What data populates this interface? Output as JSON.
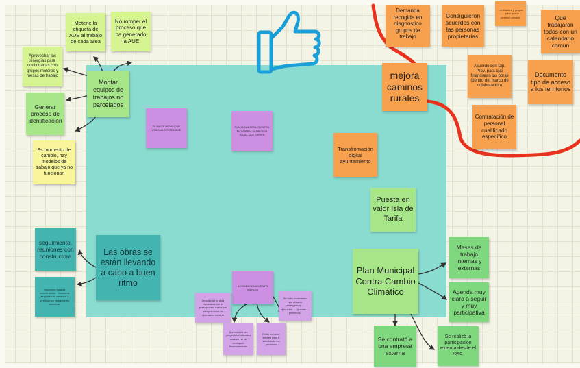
{
  "notes": {
    "aue_label": "Meterle la etiqueta de AUE al trabajo de cada area",
    "no_romper": "No romper el proceso que ha generado la AUE",
    "sinergias": "Aprovechar las sinergias para continuarlas con grupos motores y mesas de trabajo",
    "montar": "Montar equipos de trabajos no parcelados",
    "generar": "Generar proceso de identificación",
    "momento": "Es momento de cambio, hay modelos de trabajo que ya no funcionan",
    "plan_movilidad": "PLAN DE MOVILIDAD URBANA SOSTENIBLE",
    "plan_cambio_small": "PLAN MUNICIPAL CONTRA EL CAMBIO CLIMÁTICO IGUAL QUE TARIFA",
    "demanda": "Demanda recogida en diagnóstico grupos de trabajo",
    "consiguieron": "Consiguieron acuerdos con las personas propietarias",
    "top_small": "...entidades y grupos ... ... para que lo ... permiso privado",
    "calendario": "Que trabajaran todos con un calendario comun",
    "mejora": "mejora caminos rurales",
    "acuerdo": "Acuerdo con Dip. Prov. para que financiaran las obras (dentro del marco de colaboración)",
    "documento": "Documento tipo de acceso a los territorios",
    "contratacion": "Contratación de personal cualificado específico",
    "transformacion": "Transfromación digital ayuntamiento",
    "puesta": "Puesta en valor Isla de Tarifa",
    "seguimiento": "seguimiento, reuniones con constructora",
    "obras": "Las obras se están llevando a cabo a buen ritmo",
    "teal_small": "Hacemos falta de coordinación · Hacemos seguimiento mensual y verificamos seguimiento semanal.",
    "acondicionamiento": "ACONDICIONAMIENTO VIARIOS",
    "purple_a": "Impulso de la vida ciudadana con el presupuesto municipal aunque no se ha ejecutado todavía",
    "purple_b": "Se hubo contratado una obra de emergencia ... ejecución ... (quedan ... permisos)",
    "purple_c": "Aprovechar los proyectos realizados aunque no se consiguió financiamiento",
    "purple_d": "Evitar cometer errores para ir solicitando los permisos",
    "plan_municipal": "Plan Municipal Contra Cambio Climático",
    "mesas": "Mesas de trabajo internas y externas",
    "agenda": "Agenda muy clara a seguir y muy participativa",
    "contrato": "Se contrató a una empresa externa",
    "participacion": "Se realizó la participación externa desde el Ayto."
  },
  "colors": {
    "panel": "#89dccf",
    "thumb": "#1a9fd9",
    "red_line": "#e8321e",
    "arrow": "#333333"
  },
  "icons": [
    "thumbs-up-icon"
  ]
}
